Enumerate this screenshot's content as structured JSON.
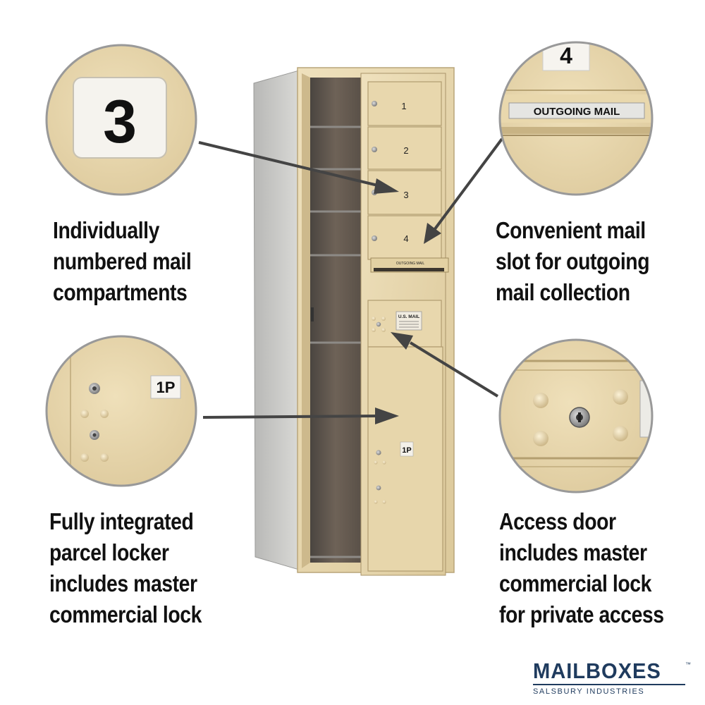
{
  "callouts": {
    "top_left": {
      "lines": [
        "Individually",
        "numbered mail",
        "compartments"
      ]
    },
    "top_right": {
      "lines": [
        "Convenient mail",
        "slot for outgoing",
        "mail collection"
      ]
    },
    "bottom_left": {
      "lines": [
        "Fully integrated",
        "parcel locker",
        "includes master",
        "commercial lock"
      ]
    },
    "bottom_right": {
      "lines": [
        "Access door",
        "includes master",
        "commercial lock",
        "for private access"
      ]
    }
  },
  "zoom_labels": {
    "compartment_number": "3",
    "top_number": "4",
    "outgoing_slot": "OUTGOING MAIL",
    "parcel_locker": "1P"
  },
  "mailbox": {
    "door_numbers": [
      "1",
      "2",
      "3",
      "4"
    ],
    "slot_label": "OUTGOING MAIL",
    "usps_label": "U.S. MAIL",
    "parcel_label": "1P"
  },
  "brand": {
    "name": "MAILBOXES",
    "trademark": "™",
    "tagline": "SALSBURY INDUSTRIES"
  },
  "colors": {
    "sandstone": "#e6d5ab",
    "arrow": "#444444",
    "brand_navy": "#1f3b5e"
  }
}
